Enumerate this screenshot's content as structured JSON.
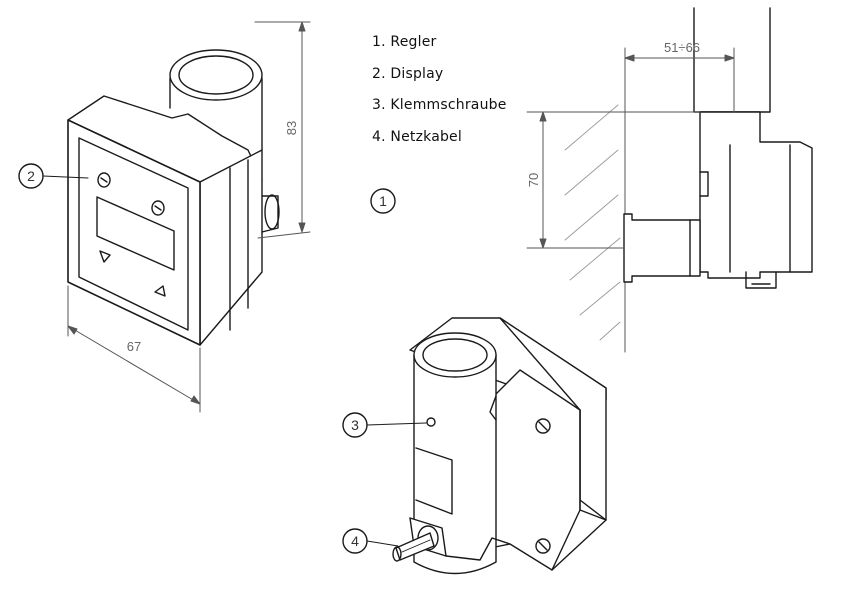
{
  "legend": {
    "items": [
      "1. Regler",
      "2. Display",
      "3. Klemmschraube",
      "4. Netzkabel"
    ]
  },
  "callouts": {
    "c1": "1",
    "c2": "2",
    "c3": "3",
    "c4": "4"
  },
  "dimensions": {
    "height": "83",
    "width": "67",
    "depth": "51÷66",
    "mount_height": "70"
  },
  "colors": {
    "line": "#1a1a1a",
    "dim_line": "#555555",
    "dim_text": "#666666",
    "hatch": "#9a9a9a"
  }
}
